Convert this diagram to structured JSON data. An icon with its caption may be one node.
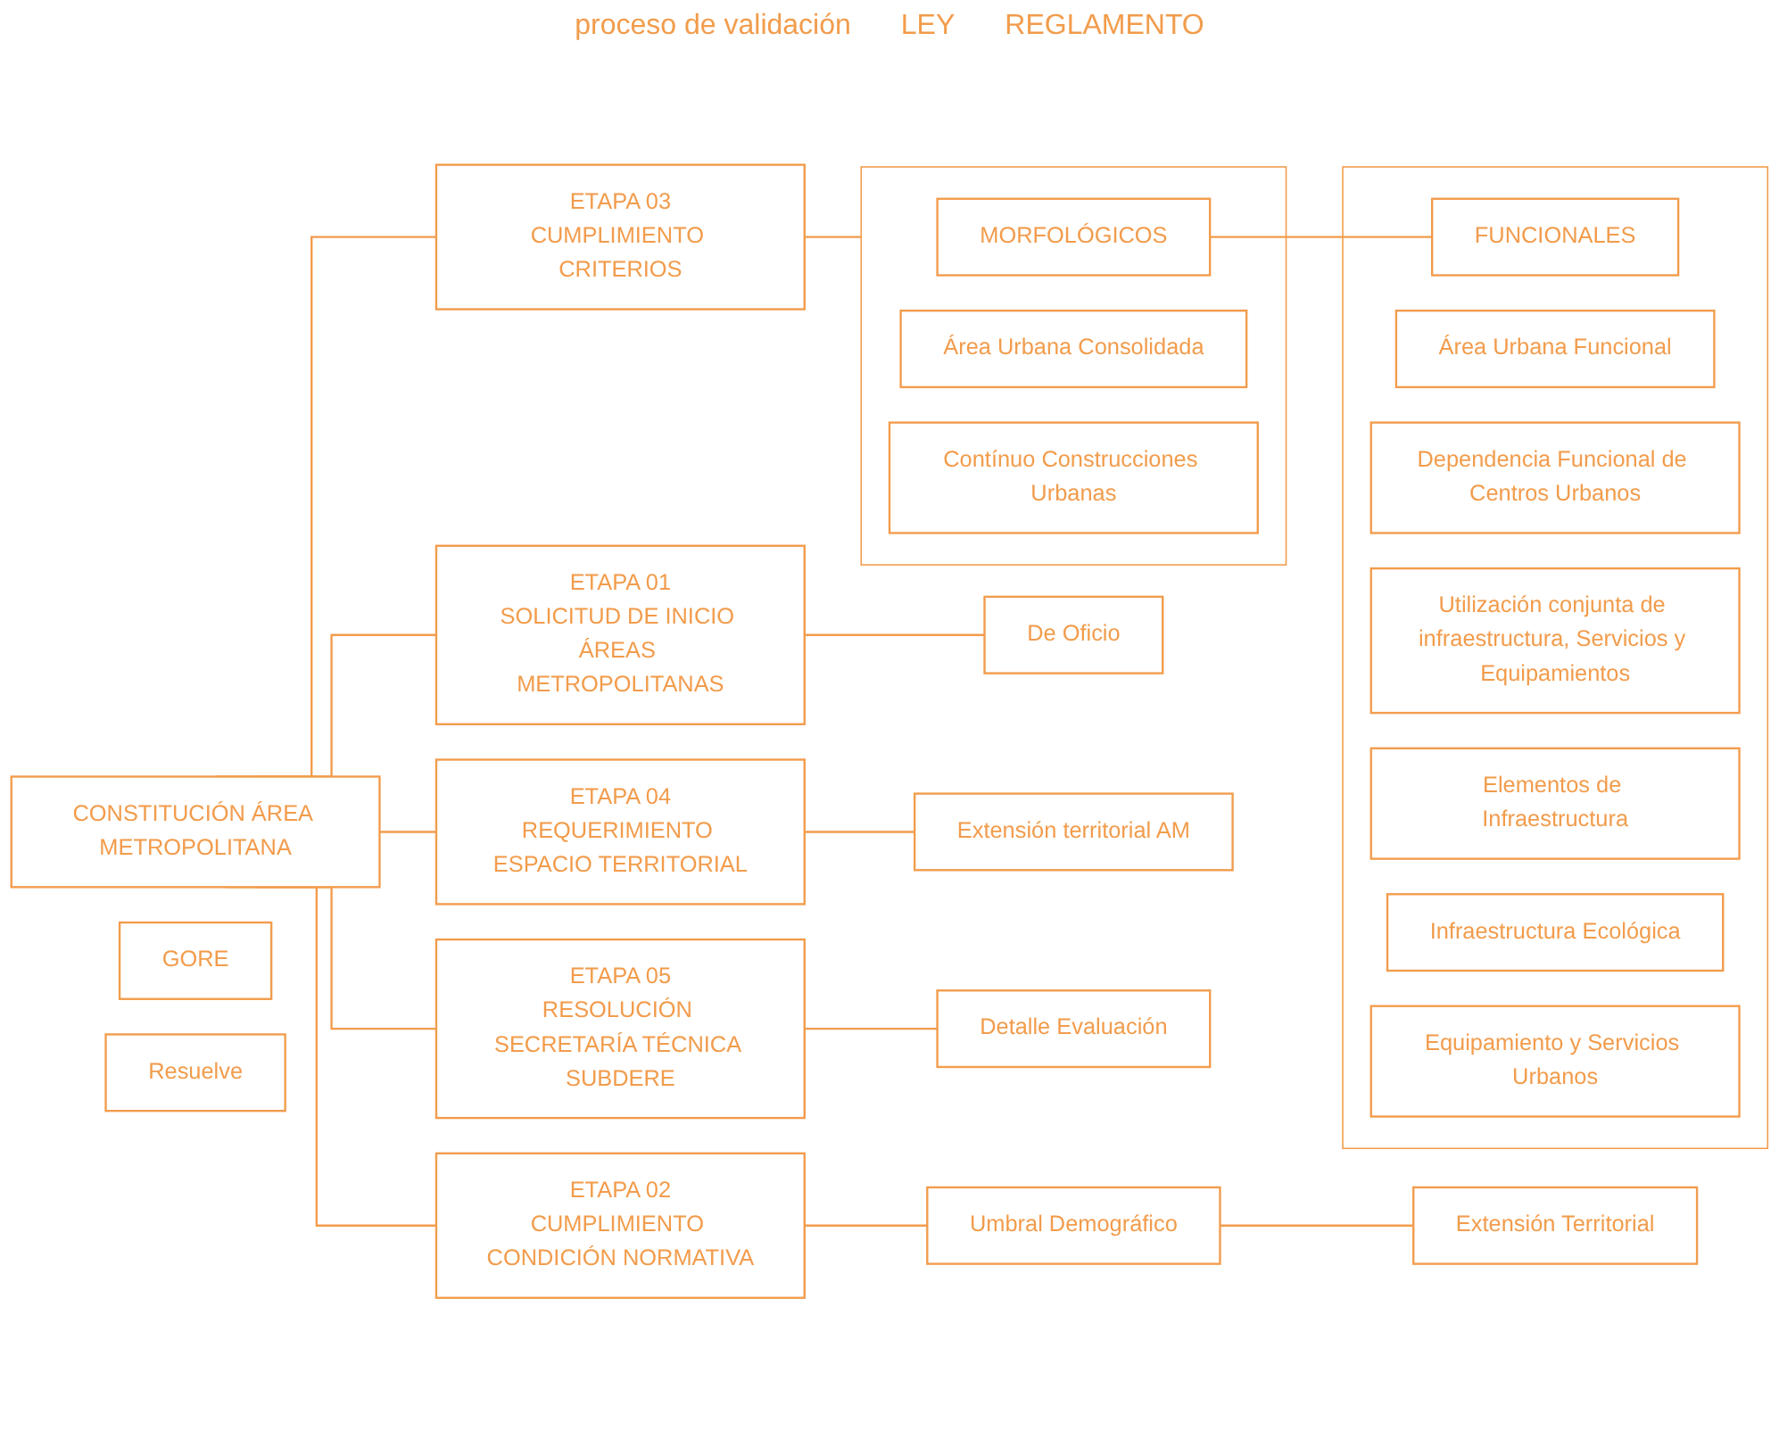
{
  "diagram": {
    "nodes": [
      {
        "text": [
          "CONSTITUCIÓN ÁREA METROPOLITANA"
        ]
      },
      {
        "text": [
          "ETAPA 01",
          "SOLICITUD DE INICIO ÁREAS METROPOLITANAS"
        ]
      },
      {
        "text": [
          "De Oficio"
        ]
      },
      {
        "text": [
          "GORE"
        ]
      },
      {
        "text": [
          "ETAPA 02",
          "CUMPLIMIENTO CONDICIÓN NORMATIVA"
        ]
      },
      {
        "text": [
          "Umbral Demográfico"
        ]
      },
      {
        "text": [
          "Extensión Territorial"
        ]
      },
      {
        "text": [
          "ETAPA 03",
          "CUMPLIMIENTO CRITERIOS"
        ]
      },
      {
        "text": [],
        "shape": "box"
      },
      {
        "text": [
          "MORFOLÓGICOS"
        ],
        "in": 8
      },
      {
        "text": [
          "Área Urbana Consolidada"
        ],
        "in": 8
      },
      {
        "text": [
          "Contínuo Construcciones Urbanas"
        ],
        "in": 8
      },
      {
        "text": [],
        "shape": "box"
      },
      {
        "text": [
          "FUNCIONALES"
        ],
        "in": 12
      },
      {
        "text": [
          "Área Urbana Funcional"
        ],
        "in": 12
      },
      {
        "text": [
          "Dependencia Funcional de Centros Urbanos"
        ],
        "in": 12
      },
      {
        "text": [
          "Utilización conjunta de infraestructura, Servicios y Equipamientos"
        ],
        "in": 12
      },
      {
        "text": [
          "Elementos de Infraestructura"
        ],
        "in": 12
      },
      {
        "text": [
          "Infraestructura Ecológica"
        ],
        "in": 12
      },
      {
        "text": [
          "Equipamiento y Servicios Urbanos"
        ],
        "in": 12
      },
      {
        "text": [
          "ETAPA 04",
          "REQUERIMIENTO ESPACIO TERRITORIAL"
        ]
      },
      {
        "text": [
          "Extensión territorial AM"
        ]
      },
      {
        "text": [
          "ETAPA 05",
          "RESOLUCIÓN SECRETARÍA TÉCNICA SUBDERE"
        ]
      },
      {
        "text": [
          "Detalle Evaluación"
        ]
      },
      {
        "text": [
          "Resuelve"
        ]
      }
    ],
    "edges": [
      {
        "from": 0,
        "to": 1,
        "arrow": "none"
      },
      {
        "from": 0,
        "to": 4,
        "arrow": "none"
      },
      {
        "from": 0,
        "to": 7,
        "arrow": "none"
      },
      {
        "from": 0,
        "to": 20,
        "arrow": "none"
      },
      {
        "from": 0,
        "to": 22,
        "arrow": "none"
      },
      {
        "from": 1,
        "to": 2,
        "arrow": "none"
      },
      {
        "from": 4,
        "to": 5,
        "arrow": "none"
      },
      {
        "from": 5,
        "to": 6,
        "arrow": "none"
      },
      {
        "from": 7,
        "to": 8,
        "arrow": "none"
      },
      {
        "from": 9,
        "to": 13,
        "arrow": "none"
      },
      {
        "from": 20,
        "to": 21,
        "arrow": "none"
      },
      {
        "from": 22,
        "to": 23,
        "arrow": "none"
      }
    ],
    "labels": [
      "proceso de validación",
      "LEY",
      "REGLAMENTO"
    ]
  }
}
